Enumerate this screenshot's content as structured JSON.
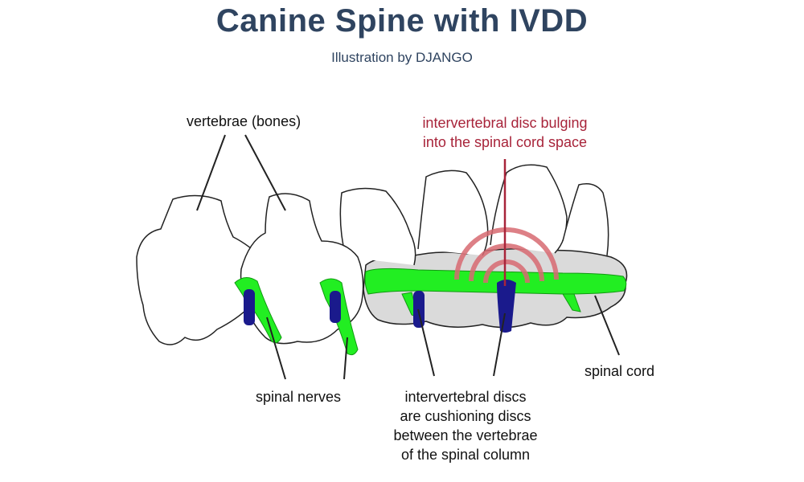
{
  "header": {
    "title": "Canine Spine with  IVDD",
    "subtitle": "Illustration by DJANGO"
  },
  "labels": {
    "vertebrae": "vertebrae (bones)",
    "bulging_line1": "intervertebral disc bulging",
    "bulging_line2": "into the spinal cord space",
    "spinal_cord": "spinal cord",
    "spinal_nerves": "spinal nerves",
    "discs_line1": "intervertebral discs",
    "discs_line2": "are cushioning discs",
    "discs_line3": "between the vertebrae",
    "discs_line4": "of the spinal column"
  },
  "colors": {
    "title": "#2f4460",
    "alert": "#a8243a",
    "cord": "#22ee22",
    "disc": "#1a1a8c",
    "bone_fill": "#ffffff",
    "bone_outline": "#222222",
    "stippled_bone": "#dadada",
    "pulse": "#d86a72"
  }
}
